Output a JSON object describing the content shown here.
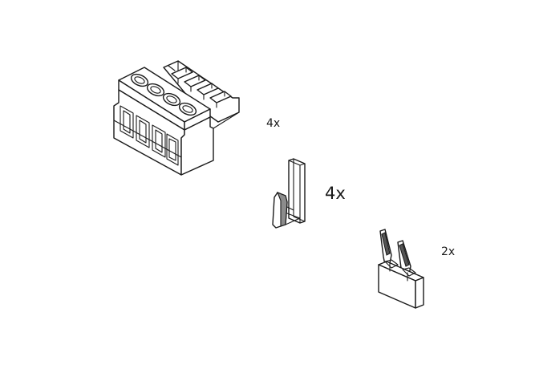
{
  "labels": {
    "connector_qty": "4x",
    "clip_qty": "4x",
    "jumper_qty": "2x"
  },
  "colors": {
    "line": "#1a1a1a",
    "shade": "#8c8c8c",
    "background": "#ffffff"
  }
}
